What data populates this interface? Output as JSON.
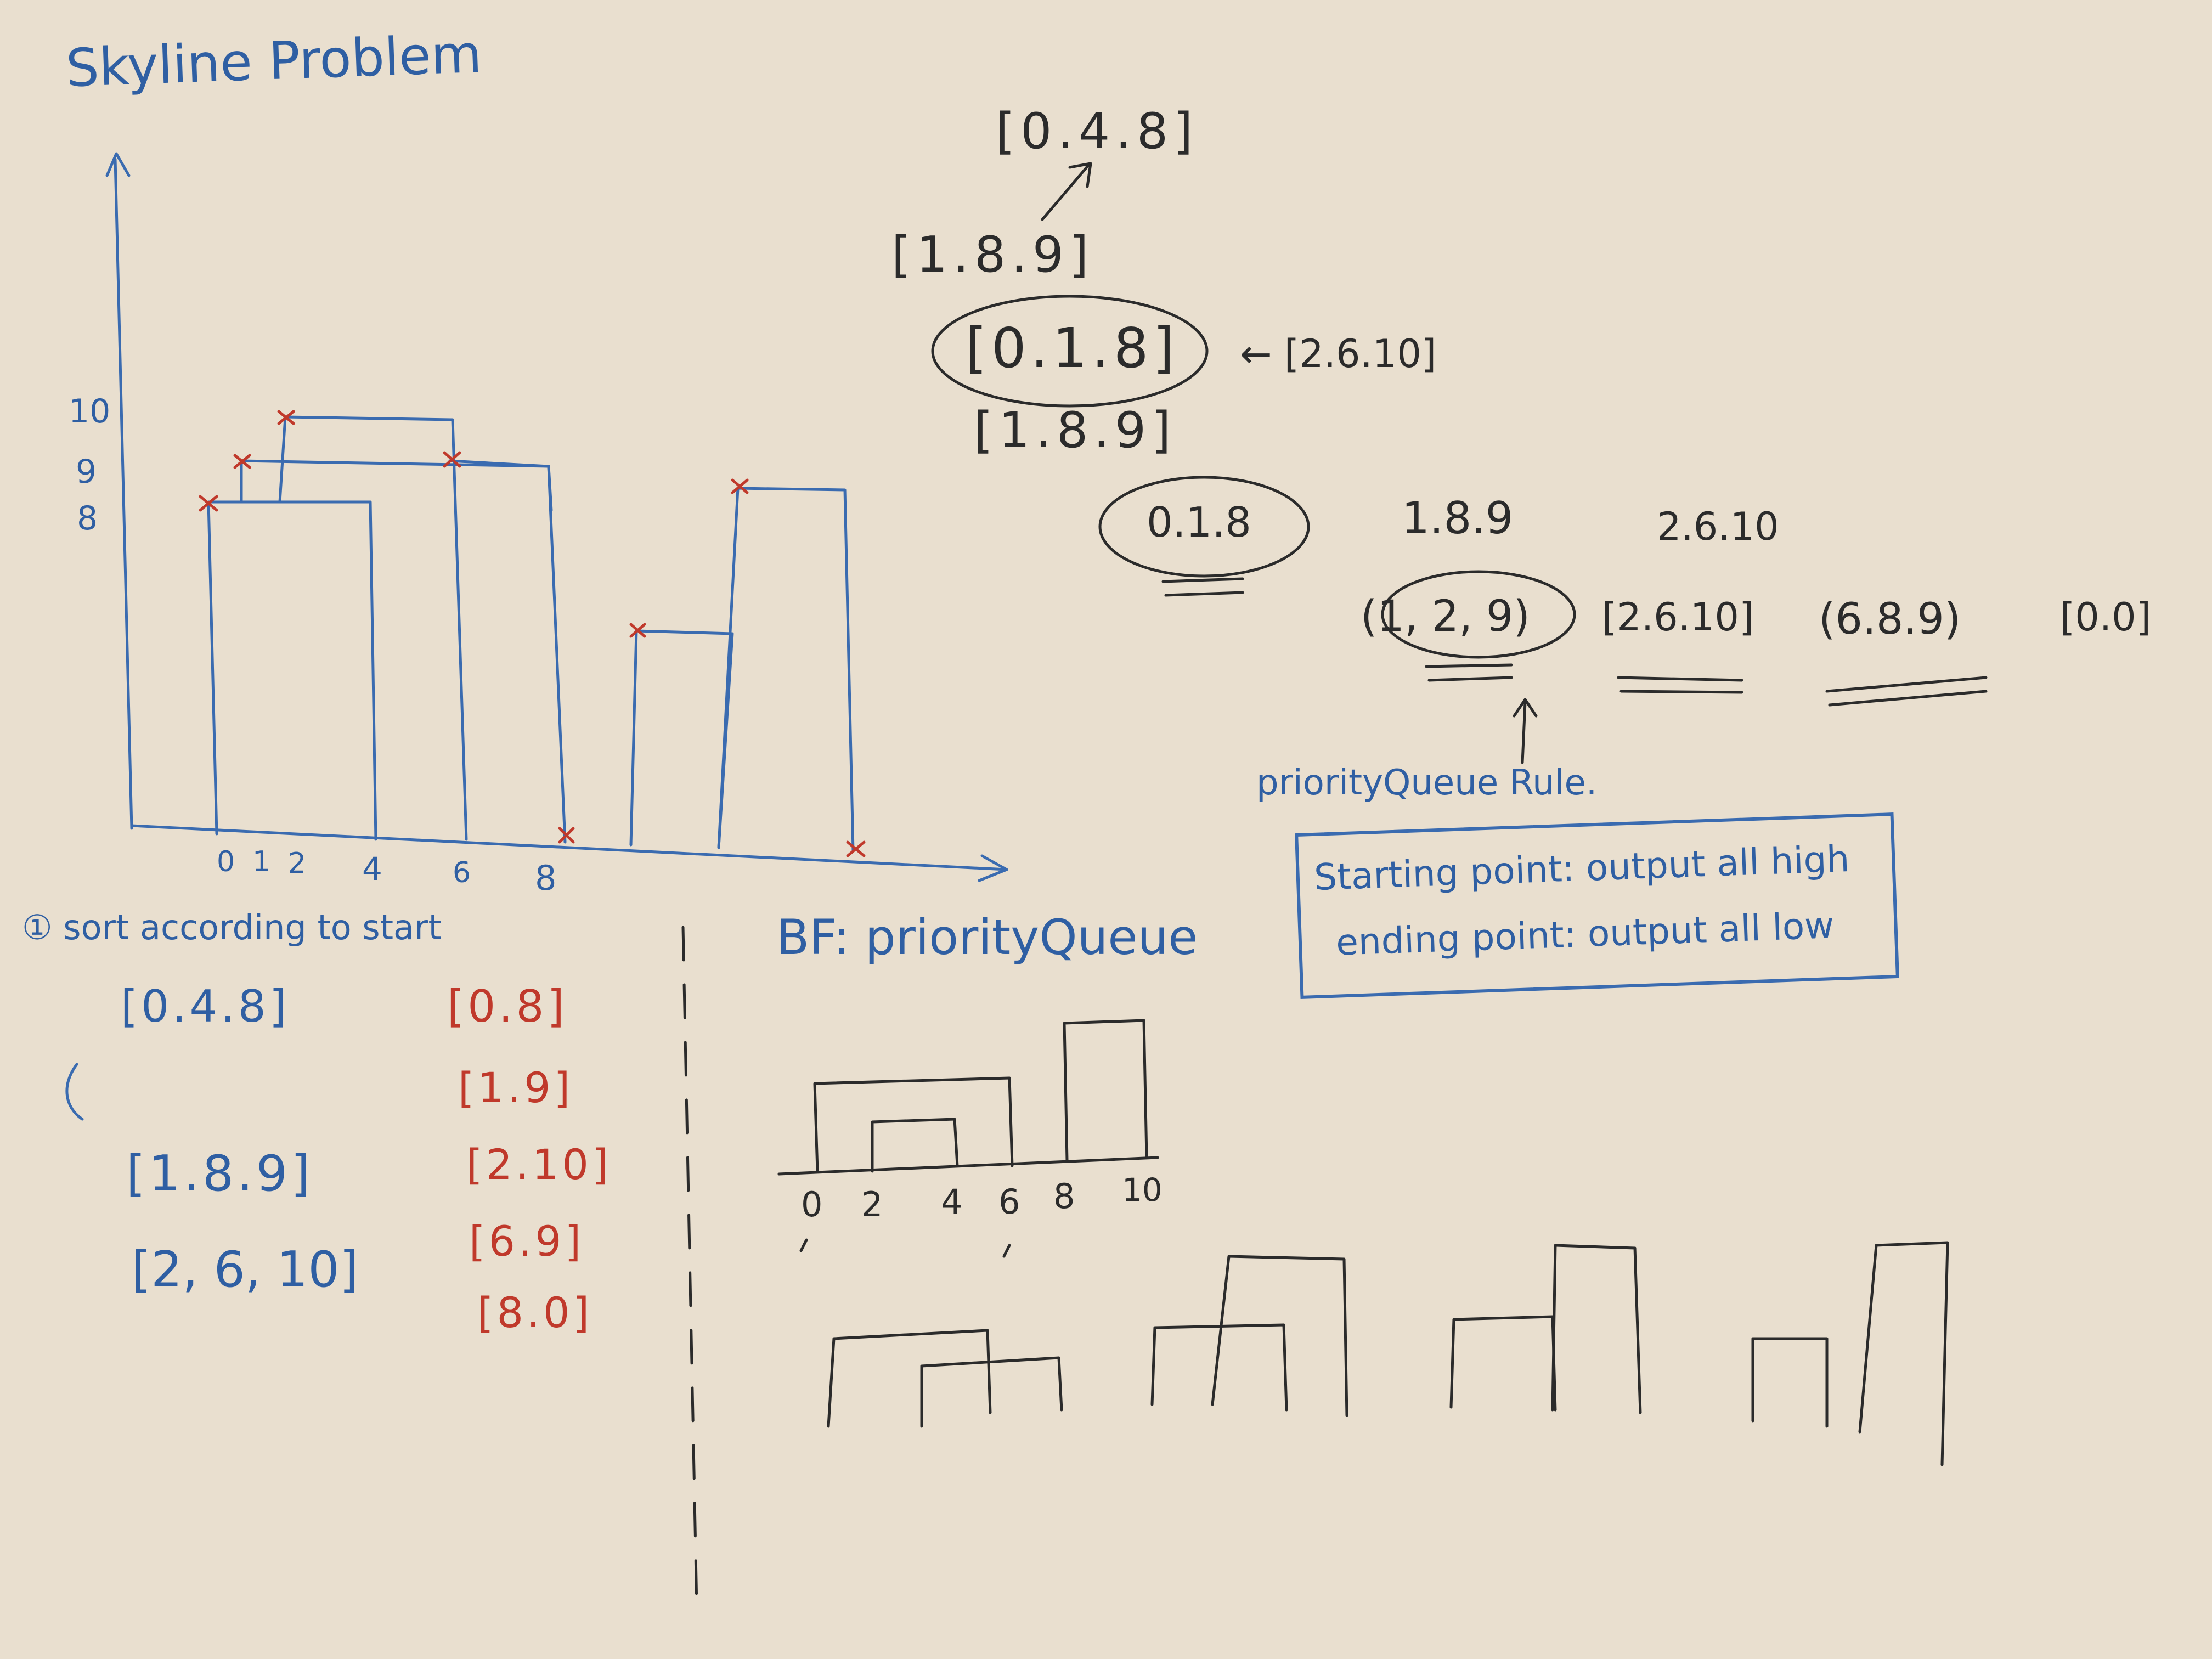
{
  "board": {
    "title": "Skyline Problem",
    "y_axis_ticks": [
      "10",
      "9",
      "8"
    ],
    "x_axis_ticks": [
      "0",
      "1",
      "2",
      "4",
      "6",
      "8"
    ],
    "stack_notes": [
      "[0.4.8]",
      "[1.8.9]",
      "[0.1.8]",
      "← [2.6.10]",
      "[1.8.9]"
    ],
    "queue_row_1": [
      "0.1.8",
      "1.8.9",
      "2.6.10"
    ],
    "queue_row_2": [
      "(1, 2, 9)",
      "[2.6.10]",
      "(6.8.9)",
      "[0.0]"
    ],
    "pq_rule_title": "priorityQueue Rule.",
    "pq_rules": [
      "Starting point: output all high",
      "ending point: output all low"
    ],
    "step_one": "① sort according to start",
    "sorted_blue": [
      "[0.4.8]",
      "[1.8.9]",
      "[2, 6, 10]"
    ],
    "sorted_red": [
      "[0.8]",
      "[1.9]",
      "[2.10]",
      "[6.9]",
      "[8.0]"
    ],
    "bf_label": "BF: priorityQueue",
    "bf_axis_ticks": [
      "0",
      "2",
      "4",
      "6",
      "8",
      "10"
    ],
    "ink_colors": {
      "blue": "#3a6bb0",
      "black": "#2b2b2b",
      "red": "#c0392b"
    }
  }
}
